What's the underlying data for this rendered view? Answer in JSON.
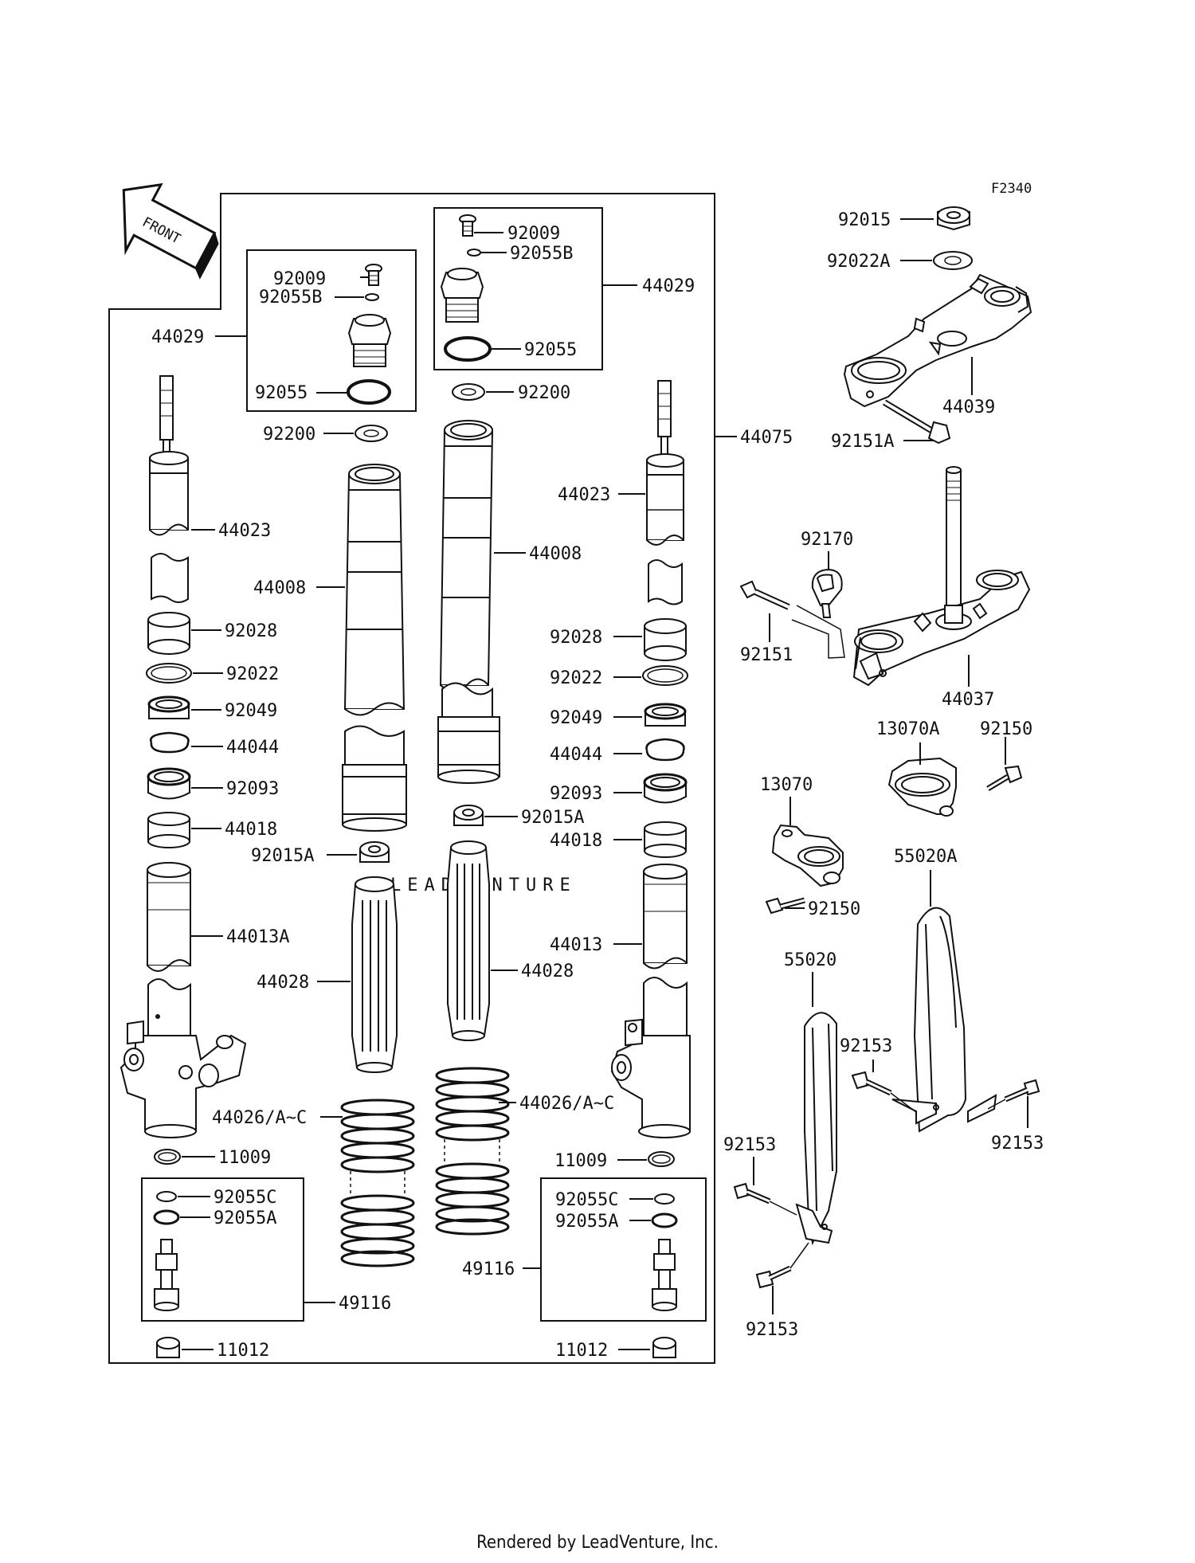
{
  "figure_code": "F2340",
  "front_arrow": "FRONT",
  "watermark": "LEADVENTURE",
  "footer": "Rendered by LeadVenture, Inc.",
  "labels": {
    "p92015": "92015",
    "p92022A": "92022A",
    "p44039": "44039",
    "p92151A": "92151A",
    "p92170": "92170",
    "p92151": "92151",
    "p44037": "44037",
    "p13070A": "13070A",
    "p92150a": "92150",
    "p13070": "13070",
    "p92150b": "92150",
    "p55020A": "55020A",
    "p55020": "55020",
    "p92153a": "92153",
    "p92153b": "92153",
    "p92153c": "92153",
    "p92153d": "92153",
    "L92009": "92009",
    "L92055B": "92055B",
    "L44029": "44029",
    "L92055": "92055",
    "L92200": "92200",
    "L44023": "44023",
    "L44008": "44008",
    "L92028": "92028",
    "L92022": "92022",
    "L92049": "92049",
    "L44044": "44044",
    "L92093": "92093",
    "L44018": "44018",
    "L92015A": "92015A",
    "L44013A": "44013A",
    "L44028": "44028",
    "L44026": "44026/A~C",
    "L11009": "11009",
    "L92055C": "92055C",
    "L92055A": "92055A",
    "L49116": "49116",
    "L11012": "11012",
    "R92009": "92009",
    "R92055B": "92055B",
    "R44029": "44029",
    "R92055": "92055",
    "R92200": "92200",
    "R44075": "44075",
    "R44023": "44023",
    "R44008": "44008",
    "R92028": "92028",
    "R92022": "92022",
    "R92049": "92049",
    "R44044": "44044",
    "R92093": "92093",
    "R92015A": "92015A",
    "R44018": "44018",
    "R44013": "44013",
    "R44028": "44028",
    "R44026": "44026/A~C",
    "R11009": "11009",
    "R92055C": "92055C",
    "R92055A": "92055A",
    "R49116": "49116",
    "R11012": "11012"
  }
}
